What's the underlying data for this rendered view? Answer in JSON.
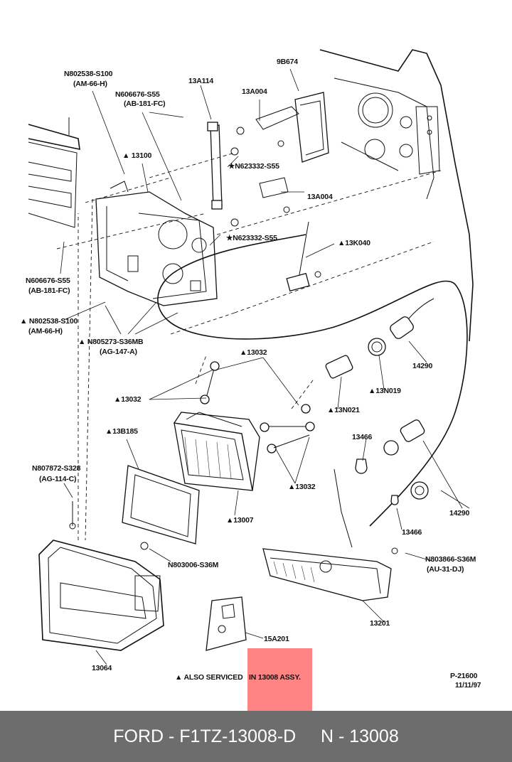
{
  "callouts": {
    "n802538_top": "N802538-S100",
    "n802538_top_sub": "(AM-66-H)",
    "p13a114": "13A114",
    "p9b674": "9B674",
    "n606676_top": "N606676-S55",
    "n606676_top_sub": "(AB-181-FC)",
    "p13a004_top": "13A004",
    "p13100": "▲ 13100",
    "n623332_a": "★N623332-S55",
    "p13a004_mid": "13A004",
    "n623332_b": "★N623332-S55",
    "p13k040": "▲13K040",
    "n606676_left": "N606676-S55",
    "n606676_left_sub": "(AB-181-FC)",
    "n802538_left": "▲ N802538-S100",
    "n802538_left_sub": "(AM-66-H)",
    "n805273": "▲ N805273-S36MB",
    "n805273_sub": "(AG-147-A)",
    "p13032_top": "▲13032",
    "p13032_left": "▲13032",
    "p14290_top": "14290",
    "p13n019": "▲13N019",
    "p13n021": "▲13N021",
    "p13b185": "▲13B185",
    "p13466_top": "13466",
    "n807872": "N807872-S328",
    "n807872_sub": "(AG-114-C)",
    "p13032_bottom": "▲13032",
    "p13007": "▲13007",
    "p14290_bottom": "14290",
    "p13466_bottom": "13466",
    "n803006": "N803006-S36M",
    "n803866": "N803866-S36M",
    "n803866_sub": "(AU-31-DJ)",
    "p13201": "13201",
    "p15a201": "15A201",
    "p13064": "13064",
    "note_prefix": "▲ ALSO SERVICED",
    "note_suffix": "IN 13008 ASSY.",
    "drawing_no": "P-21600",
    "drawing_date": "11/11/97"
  },
  "footer": {
    "text": "FORD - F1TZ-13008-D     N - 13008"
  },
  "colors": {
    "footer_bg": "#6d6d6d",
    "highlight": "#ff6f6f",
    "ink": "#111111"
  }
}
